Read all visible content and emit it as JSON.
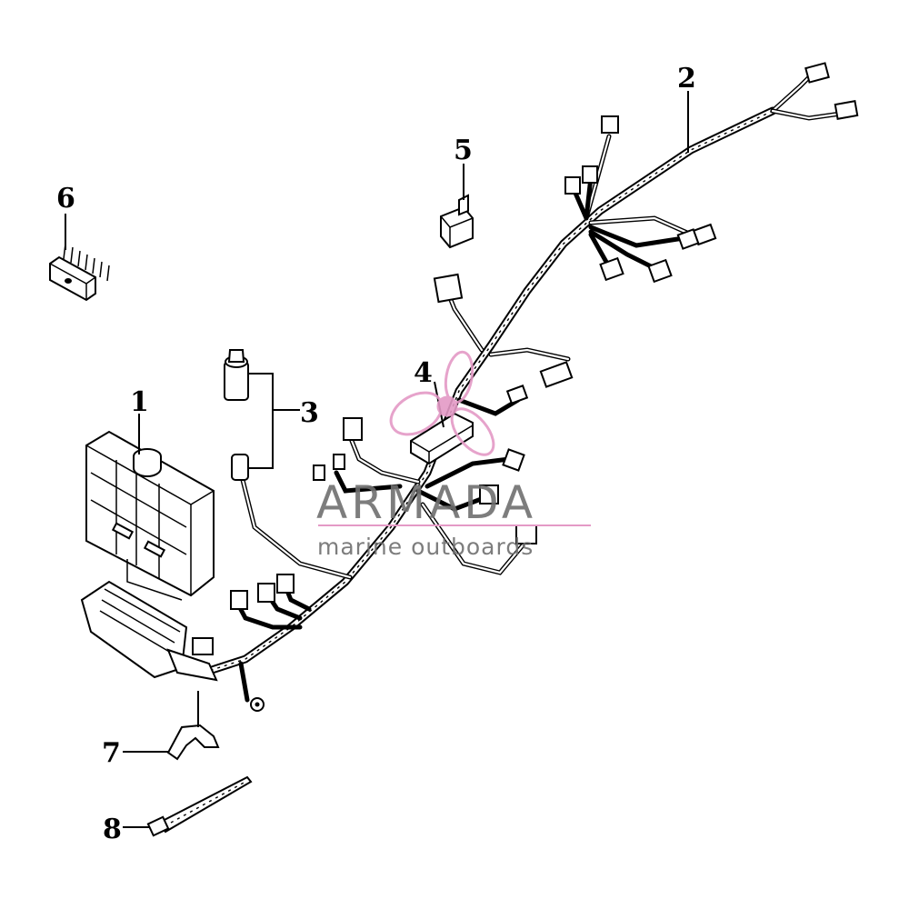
{
  "diagram": {
    "callouts": [
      "1",
      "2",
      "3",
      "4",
      "5",
      "6",
      "7",
      "8"
    ]
  },
  "watermark": {
    "title": "ARMADA",
    "subtitle": "marine outboards",
    "color": "#6f6f6f",
    "accent": "#e49ac6"
  }
}
